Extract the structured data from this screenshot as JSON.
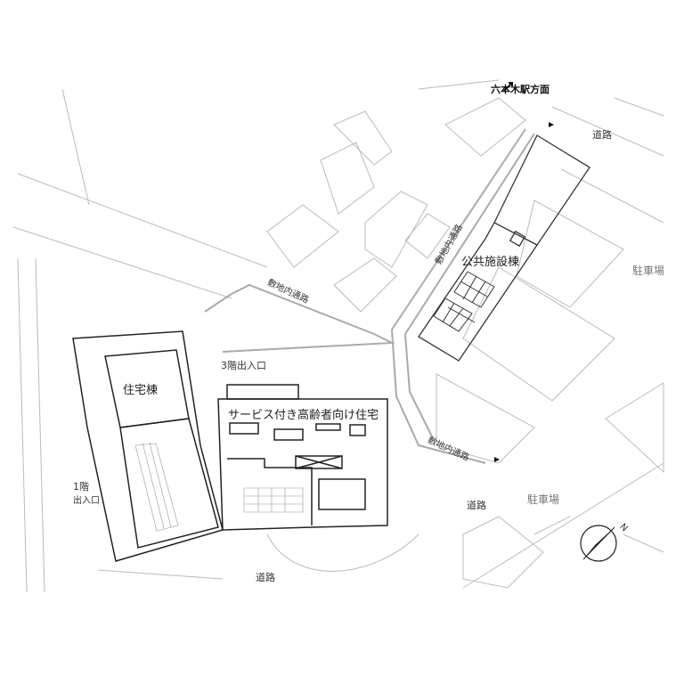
{
  "title_direction": "六本木駅方面",
  "labels": {
    "road_ne": "道路",
    "road_se": "道路",
    "road_s": "道路",
    "public_building": "公共施設棟",
    "parking_e": "駐車場",
    "parking_se": "駐車場",
    "path_ne": "敷地内通路",
    "path_center": "敷地内通路",
    "path_se": "敷地内通路",
    "entrance_3f": "3階出入口",
    "residential_building": "住宅棟",
    "senior_housing": "サービス付き高齢者向け住宅",
    "entrance_1f_floor": "1階",
    "entrance_1f_label": "出入口",
    "compass_north": "N"
  }
}
